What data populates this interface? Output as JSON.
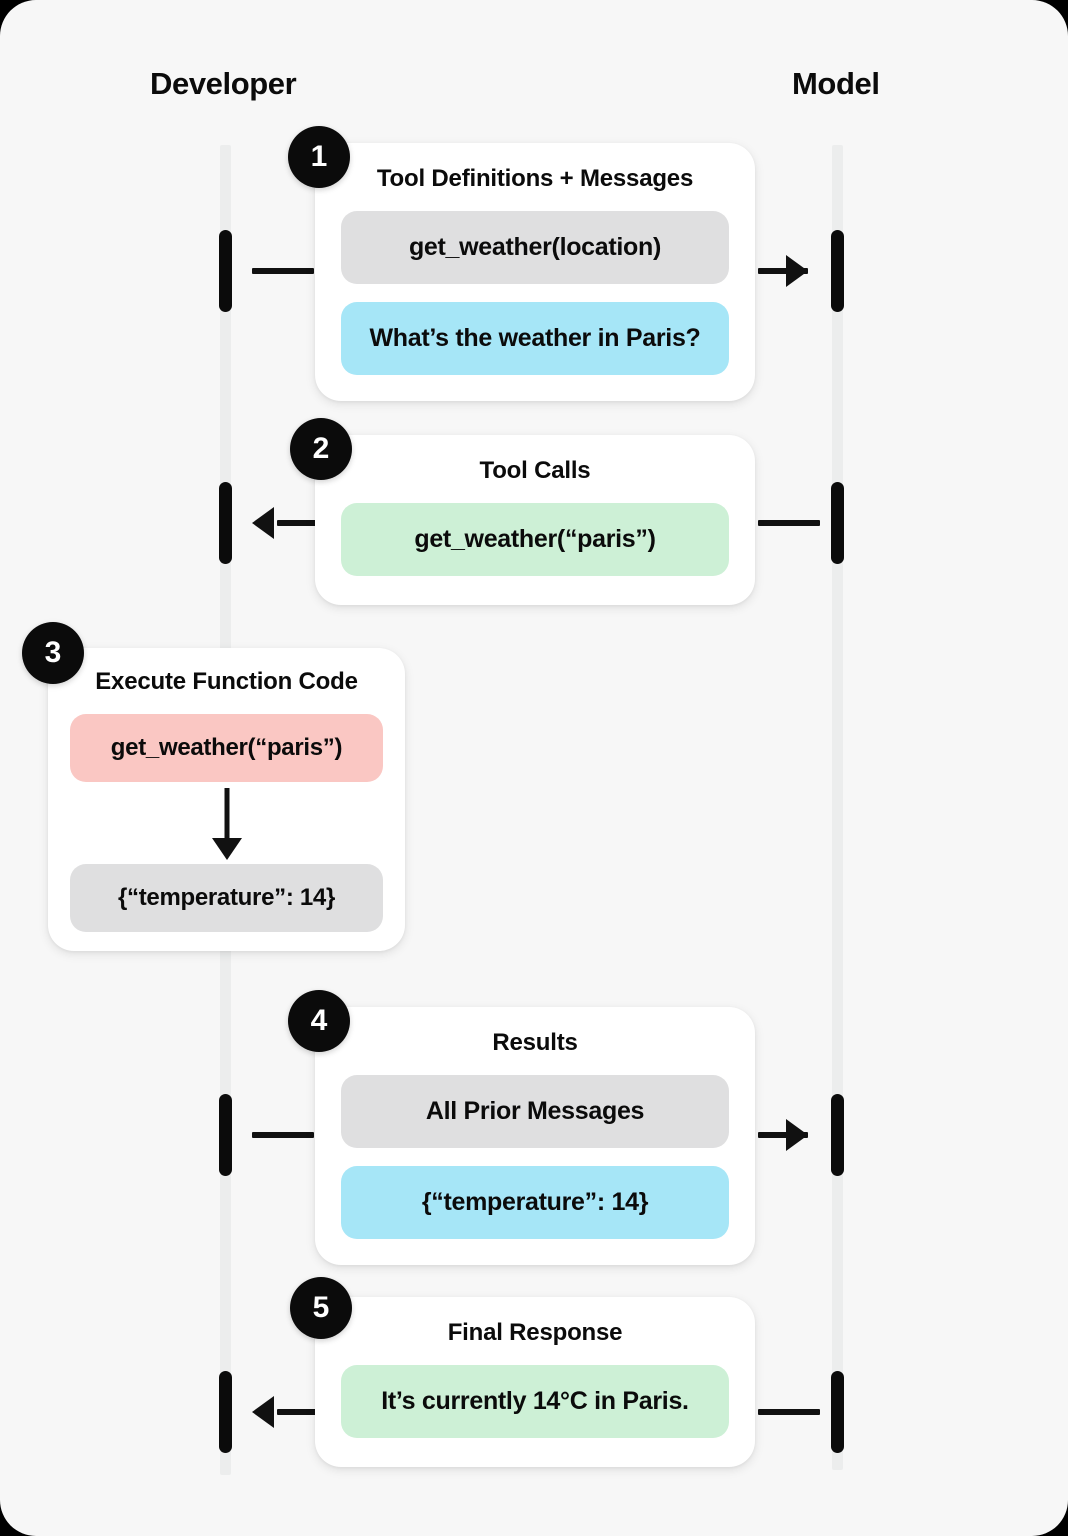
{
  "columns": {
    "left_label": "Developer",
    "right_label": "Model"
  },
  "colors": {
    "background": "#f7f7f7",
    "card": "#ffffff",
    "lifeline": "#eceded",
    "activation": "#0b0b0b",
    "pill_gray": "#dfdfe0",
    "pill_blue": "#a6e6f7",
    "pill_green": "#cdf0d6",
    "pill_pink": "#fac7c3",
    "badge": "#0b0b0b",
    "arrow": "#111111"
  },
  "steps": [
    {
      "number": "1",
      "title": "Tool Definitions + Messages",
      "direction": "developer-to-model",
      "pills": [
        {
          "text": "get_weather(location)",
          "color": "gray"
        },
        {
          "text": "What’s the weather in Paris?",
          "color": "blue"
        }
      ]
    },
    {
      "number": "2",
      "title": "Tool Calls",
      "direction": "model-to-developer",
      "pills": [
        {
          "text": "get_weather(“paris”)",
          "color": "green"
        }
      ]
    },
    {
      "number": "3",
      "title": "Execute Function Code",
      "direction": "internal",
      "pills": [
        {
          "text": "get_weather(“paris”)",
          "color": "pink"
        },
        {
          "text": "{“temperature”: 14}",
          "color": "gray"
        }
      ],
      "inner_arrow": "down-arrow-icon"
    },
    {
      "number": "4",
      "title": "Results",
      "direction": "developer-to-model",
      "pills": [
        {
          "text": "All Prior Messages",
          "color": "gray"
        },
        {
          "text": "{“temperature”: 14}",
          "color": "blue"
        }
      ]
    },
    {
      "number": "5",
      "title": "Final Response",
      "direction": "model-to-developer",
      "pills": [
        {
          "text": "It’s currently 14°C in Paris.",
          "color": "green"
        }
      ]
    }
  ]
}
